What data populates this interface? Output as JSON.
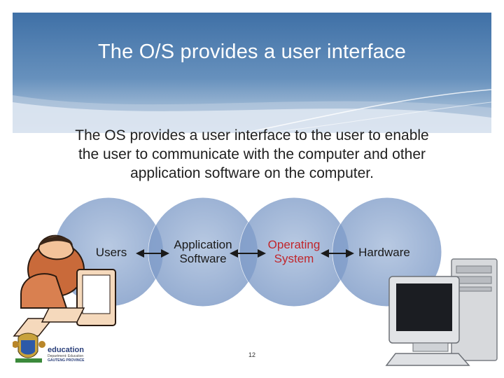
{
  "title": "The O/S provides a user interface",
  "body_lines": [
    "The OS provides a user interface to the user to enable",
    "the user to communicate with the computer and other",
    "application software on the computer."
  ],
  "diagram": {
    "nodes": [
      {
        "label_line1": "Users",
        "label_line2": ""
      },
      {
        "label_line1": "Application",
        "label_line2": "Software"
      },
      {
        "label_line1": "Operating",
        "label_line2": "System"
      },
      {
        "label_line1": "Hardware",
        "label_line2": ""
      }
    ],
    "circle_color": "#9fb4d3",
    "overlap_color": "#6f8fbf",
    "highlight_color": "#c0262c"
  },
  "page_number": "12",
  "logo": {
    "name": "education",
    "department": "Department: Education",
    "province": "GAUTENG PROVINCE"
  }
}
